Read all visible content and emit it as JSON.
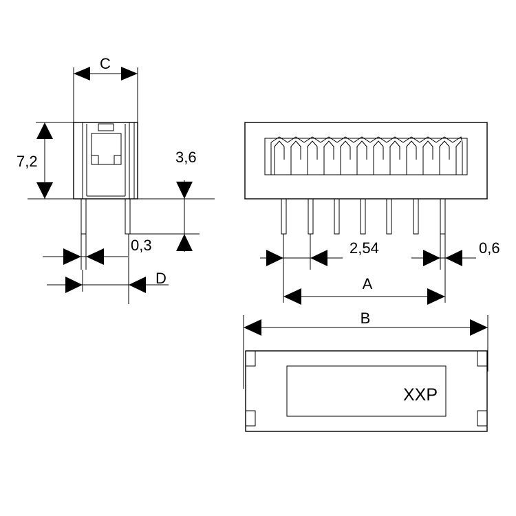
{
  "dimensions": {
    "height": "7,2",
    "width_c": "C",
    "pin_height": "3,6",
    "pin_thickness": "0,3",
    "pin_offset_d": "D",
    "pitch": "2,54",
    "pin_width": "0,6",
    "pin_span_a": "A",
    "body_length_b": "B"
  },
  "body_label": "XXP"
}
